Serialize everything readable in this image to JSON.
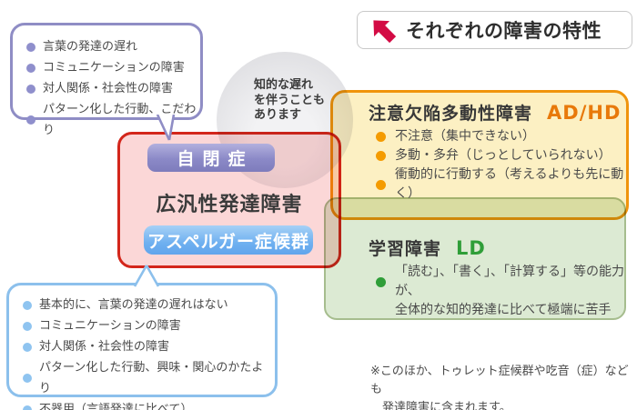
{
  "header": {
    "title": "それぞれの障害の特性"
  },
  "autism_bubble": {
    "items": [
      "言葉の発達の遅れ",
      "コミュニケーションの障害",
      "対人関係・社会性の障害",
      "パターン化した行動、こだわり"
    ]
  },
  "asperger_bubble": {
    "items": [
      "基本的に、言葉の発達の遅れはない",
      "コミュニケーションの障害",
      "対人関係・社会性の障害",
      "パターン化した行動、興味・関心のかたより",
      "不器用（言語発達に比べて）"
    ]
  },
  "pdd_box": {
    "autism_label": "自閉症",
    "pdd_label": "広汎性発達障害",
    "asperger_label": "アスペルガー症候群"
  },
  "intellectual_delay_note": {
    "line1": "知的な遅れ",
    "line2": "を伴うことも",
    "line3": "あります"
  },
  "adhd_box": {
    "title": "注意欠陥多動性障害",
    "abbr": "AD/HD",
    "items": [
      "不注意（集中できない）",
      "多動・多弁（じっとしていられない）",
      "衝動的に行動する（考えるよりも先に動く）"
    ]
  },
  "ld_box": {
    "title": "学習障害",
    "abbr": "LD",
    "item_line1": "「読む」、「書く」、「計算する」等の能力が、",
    "item_line2": "全体的な知的発達に比べて極端に苦手"
  },
  "footnote": {
    "line1": "※このほか、トゥレット症候群や吃音（症）なども",
    "line2": "発達障害に含まれます。"
  },
  "colors": {
    "accent_red": "#d30b44",
    "pdd_border": "#d3261b",
    "adhd_border": "#f0940c",
    "adhd_abbr": "#e8790a",
    "ld_border": "#a6bd8e",
    "ld_abbr": "#2f9e38",
    "autism_bubble_border": "#8f8dc5",
    "asperger_bubble_border": "#8cc0ec",
    "autism_pill": "#8b89c7",
    "asperger_pill": "#6fb0f0"
  }
}
